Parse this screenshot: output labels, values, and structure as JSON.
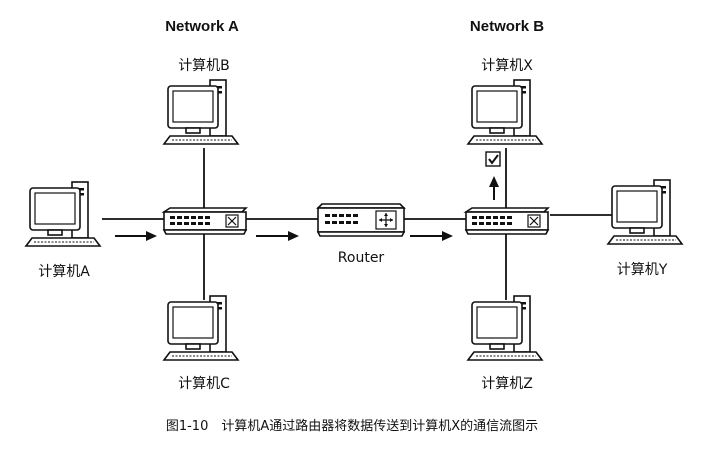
{
  "networks": {
    "a": "Network A",
    "b": "Network B"
  },
  "computers": {
    "a": "计算机A",
    "b": "计算机B",
    "c": "计算机C",
    "x": "计算机X",
    "y": "计算机Y",
    "z": "计算机Z"
  },
  "router": {
    "label": "Router"
  },
  "caption": "图1-10　计算机A通过路由器将数据传送到计算机X的通信流图示",
  "icons": {
    "computer": "desktop-computer-icon",
    "switch": "network-switch-icon",
    "router": "router-icon",
    "check": "checkmark-icon",
    "arrow": "arrow-icon"
  }
}
